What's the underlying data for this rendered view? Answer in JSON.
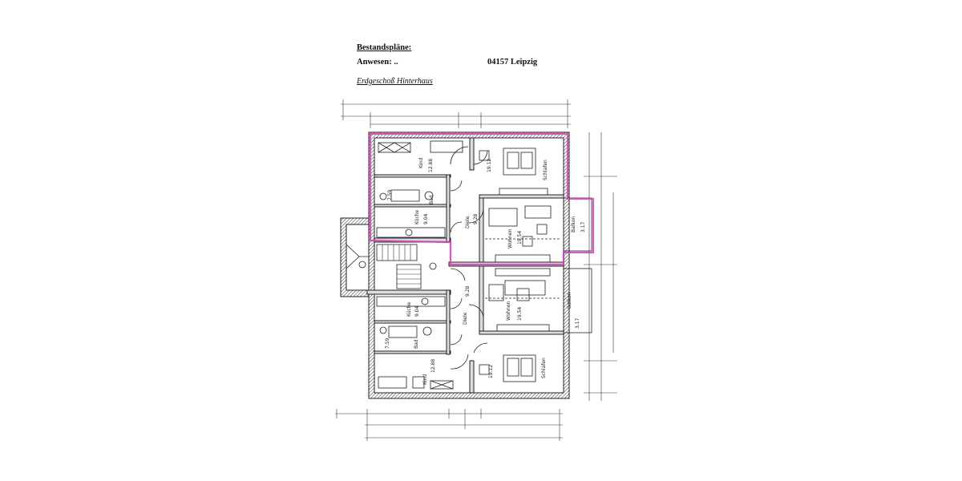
{
  "header": {
    "title": "Bestandspläne:",
    "property_label": "Anwesen: ..",
    "city": "04157 Leipzig",
    "floor": "Erdgeschoß Hinterhaus"
  },
  "rooms_upper": {
    "kind": "Kind",
    "kind_area": "12.88",
    "bad": "Bad",
    "bad_area": "7.59",
    "kueche": "Küche",
    "kueche_area": "9.04",
    "diele": "Diele",
    "diele_area": "9.28",
    "schlafen": "Schlafen",
    "schlafen_area": "19.12",
    "wohnen": "Wohnen",
    "wohnen_area": "19.54",
    "balkon": "Balkon",
    "balkon_area": "3.17"
  },
  "rooms_lower": {
    "kind": "Kind",
    "kind_area": "12.88",
    "bad": "Bad",
    "bad_area": "7.59",
    "kueche": "Küche",
    "kueche_area": "9.04",
    "diele": "Diele",
    "diele_area": "9.28",
    "schlafen": "Schlafen",
    "schlafen_area": "19.12",
    "wohnen": "Wohnen",
    "wohnen_area": "19.54",
    "balkon": "Balkon",
    "balkon_area": "3.17"
  },
  "colors": {
    "highlight": "#d23fb6",
    "lines": "#222222"
  }
}
